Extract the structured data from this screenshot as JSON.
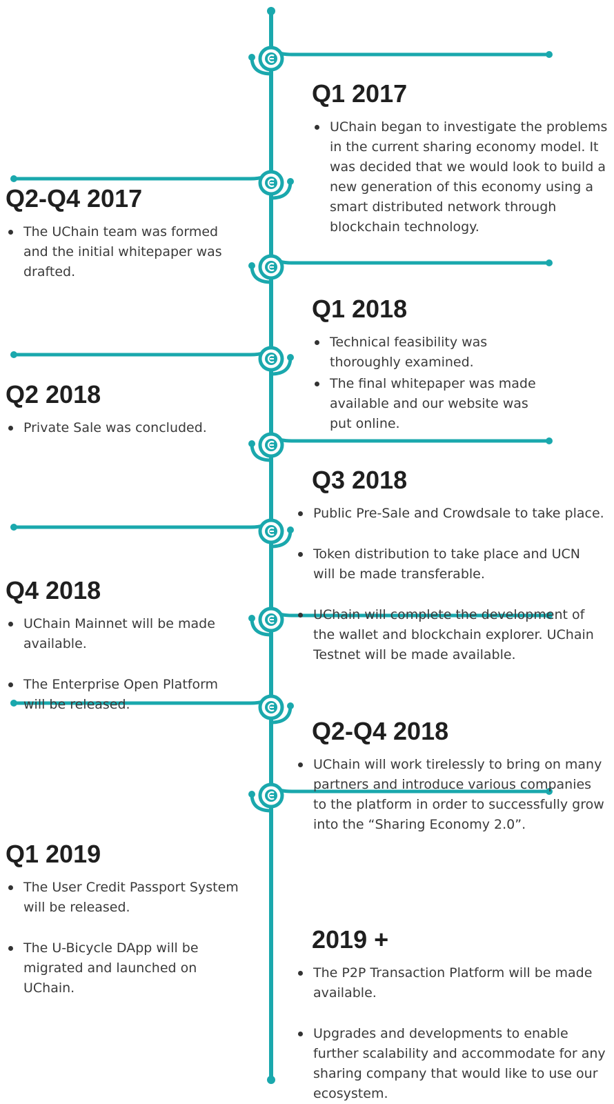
{
  "colors": {
    "line": "#1aa8ad",
    "node_fill": "#ffffff",
    "heading": "#1f1f1f",
    "text": "#3a3a3a"
  },
  "node_icon": "uchain-logo-icon",
  "milestones": [
    {
      "title": "Q1 2017",
      "side": "right",
      "items": [
        "UChain began to investigate the problems in the current sharing economy model. It was decided that we would look to build a new generation of this economy using a smart distributed network through blockchain technology."
      ]
    },
    {
      "title": "Q2-Q4 2017",
      "side": "left",
      "items": [
        "The UChain team was formed and the initial whitepaper was drafted."
      ]
    },
    {
      "title": "Q1 2018",
      "side": "right",
      "items": [
        "Technical feasibility was thoroughly examined.",
        "The final whitepaper was made available and our website was put online."
      ]
    },
    {
      "title": "Q2 2018",
      "side": "left",
      "items": [
        "Private Sale was concluded."
      ]
    },
    {
      "title": "Q3 2018",
      "side": "right",
      "items": [
        "Public Pre-Sale and Crowdsale to take place.",
        "Token distribution to take place and UCN will be made transferable.",
        "UChain will complete the development of the wallet and blockchain explorer. UChain Testnet will be made available."
      ]
    },
    {
      "title": "Q4 2018",
      "side": "left",
      "items": [
        "UChain Mainnet will be made available.",
        "The Enterprise Open Platform will be released."
      ]
    },
    {
      "title": "Q2-Q4 2018",
      "side": "right",
      "items": [
        "UChain will work tirelessly to bring on many partners and introduce various companies to the platform in order to successfully grow into the “Sharing Economy 2.0”."
      ]
    },
    {
      "title": "Q1 2019",
      "side": "left",
      "items": [
        "The User Credit Passport System will be released.",
        "The U-Bicycle DApp will be migrated and launched on UChain."
      ]
    },
    {
      "title": "2019 +",
      "side": "right",
      "items": [
        "The P2P Transaction Platform will be made available.",
        "Upgrades and developments to enable further scalability and accommodate for any sharing company that would like to use our ecosystem."
      ]
    }
  ]
}
